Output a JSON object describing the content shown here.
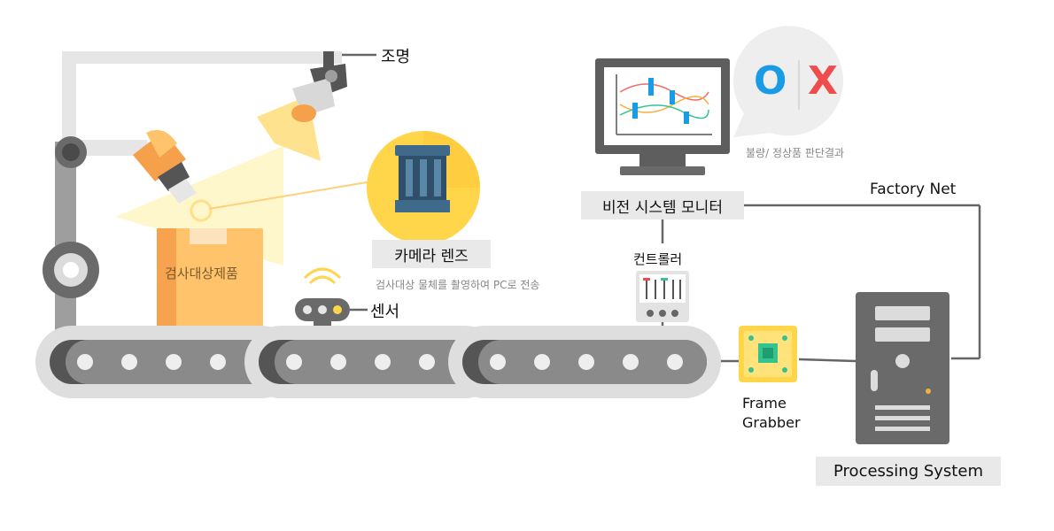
{
  "labels": {
    "lighting": "조명",
    "product": "검사대상제품",
    "camera_lens": "카메라 렌즈",
    "camera_lens_desc": "검사대상 물체를 촬영하여 PC로 전송",
    "sensor": "센서",
    "monitor": "비전 시스템 모니터",
    "result_desc": "불량/ 정상품 판단결과",
    "controller": "컨트롤러",
    "factory_net": "Factory Net",
    "frame_grabber_line1": "Frame",
    "frame_grabber_line2": "Grabber",
    "processing_system": "Processing System",
    "result_o": "O",
    "result_x": "X"
  },
  "colors": {
    "gray_dark": "#5b5b5b",
    "gray_mid": "#7a7a7a",
    "gray_light": "#d9d9d9",
    "orange": "#f5a04a",
    "yellow": "#ffd54a",
    "blue_o": "#1a9be6",
    "red_x": "#ef4c4c",
    "cable": "#666666"
  }
}
